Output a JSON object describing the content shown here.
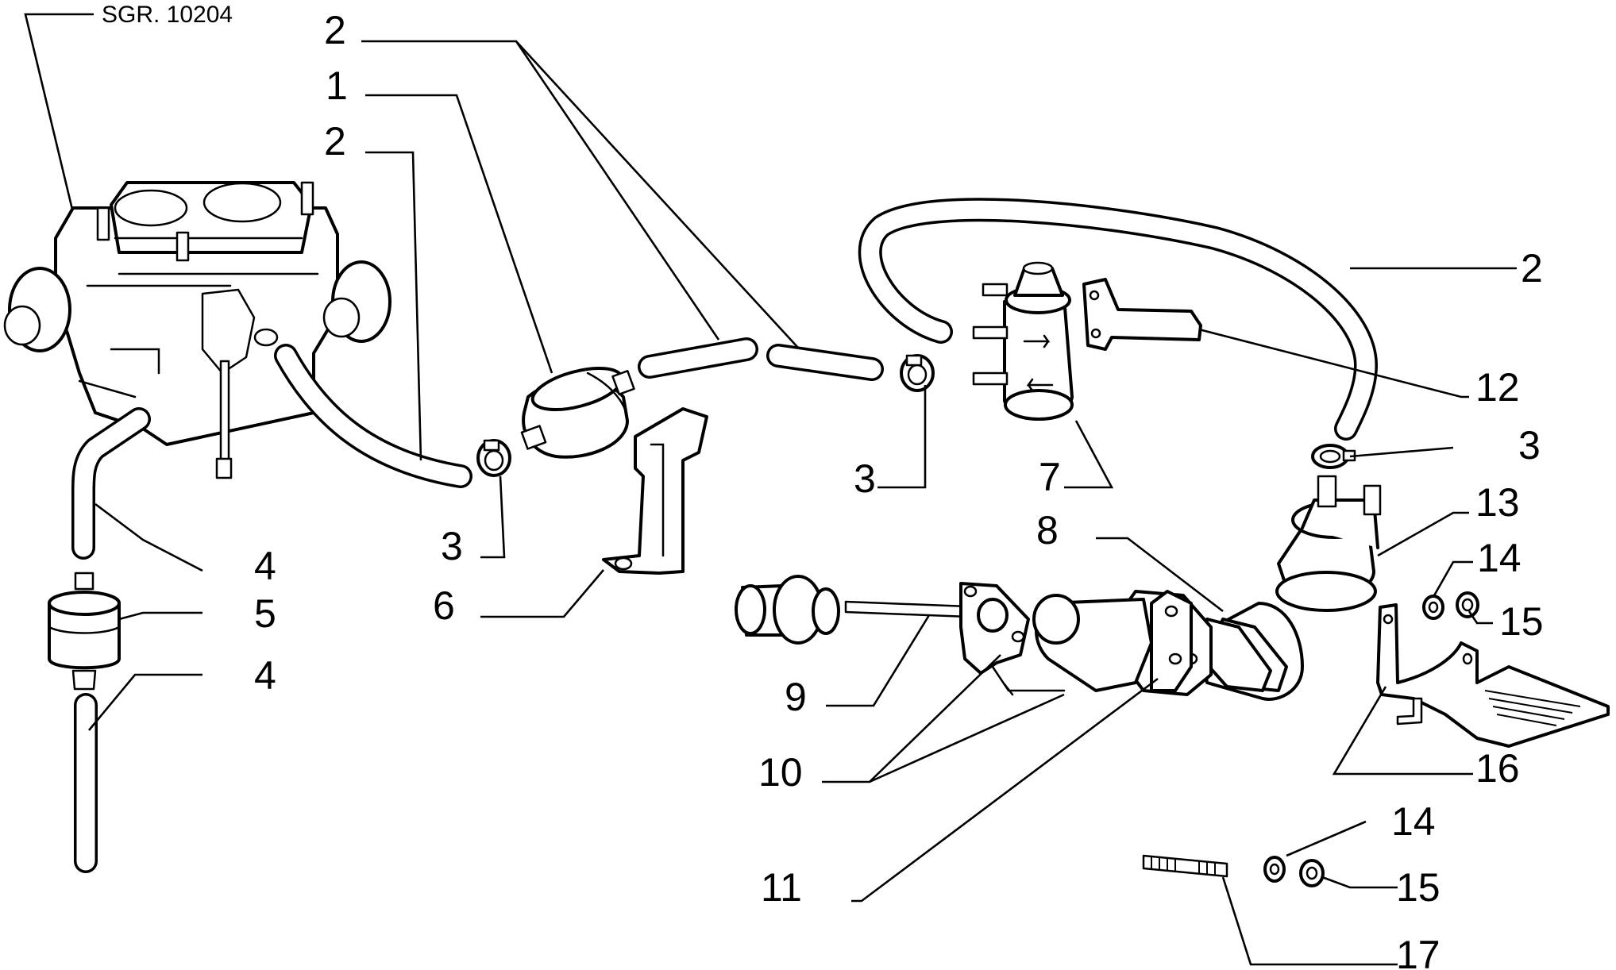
{
  "reference_code": "SGR. 10204",
  "callouts": [
    {
      "id": "c2a",
      "label": "2"
    },
    {
      "id": "c1",
      "label": "1"
    },
    {
      "id": "c2b",
      "label": "2"
    },
    {
      "id": "c2c",
      "label": "2"
    },
    {
      "id": "c12",
      "label": "12"
    },
    {
      "id": "c3a",
      "label": "3"
    },
    {
      "id": "c3b",
      "label": "3"
    },
    {
      "id": "c3c",
      "label": "3"
    },
    {
      "id": "c7",
      "label": "7"
    },
    {
      "id": "c13",
      "label": "13"
    },
    {
      "id": "c8",
      "label": "8"
    },
    {
      "id": "c14a",
      "label": "14"
    },
    {
      "id": "c15a",
      "label": "15"
    },
    {
      "id": "c4a",
      "label": "4"
    },
    {
      "id": "c5",
      "label": "5"
    },
    {
      "id": "c4b",
      "label": "4"
    },
    {
      "id": "c6",
      "label": "6"
    },
    {
      "id": "c9",
      "label": "9"
    },
    {
      "id": "c10",
      "label": "10"
    },
    {
      "id": "c16",
      "label": "16"
    },
    {
      "id": "c14b",
      "label": "14"
    },
    {
      "id": "c11",
      "label": "11"
    },
    {
      "id": "c15b",
      "label": "15"
    },
    {
      "id": "c17",
      "label": "17"
    }
  ]
}
